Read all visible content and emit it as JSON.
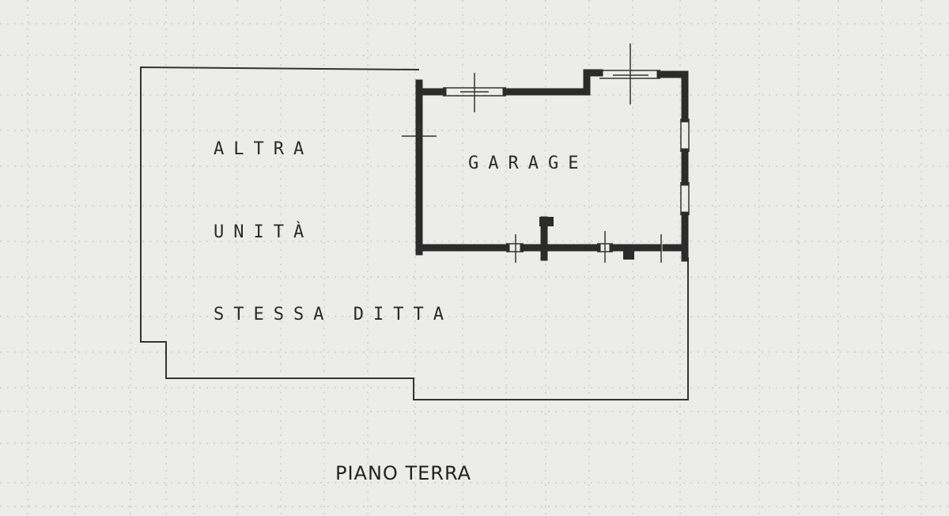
{
  "plan": {
    "rooms": {
      "other_unit_line1": "ALTRA",
      "other_unit_line2": "UNITÀ",
      "other_unit_line3": "STESSA DITTA",
      "garage": "GARAGE"
    },
    "floor_label": "PIANO TERRA"
  },
  "colors": {
    "paper": "#ecedeb",
    "ink": "#2a2a2a",
    "grid": "#b8b8b8"
  }
}
